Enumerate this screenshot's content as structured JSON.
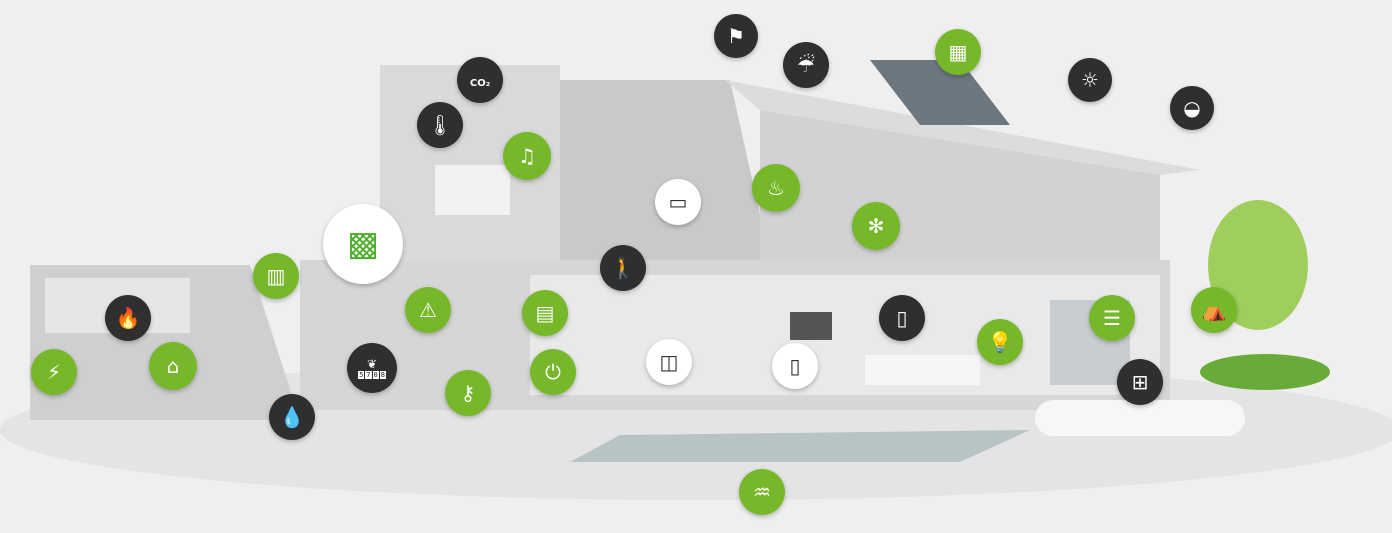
{
  "colors": {
    "background": "#efefef",
    "accent_green": "#76b82a",
    "icon_dark": "#2f2f2f",
    "house": "#d6d6d6"
  },
  "badges": [
    {
      "icon": "windsock-icon",
      "style": "dark",
      "glyph": "⚑"
    },
    {
      "icon": "co2-cloud-icon",
      "style": "dark",
      "text": "CO₂"
    },
    {
      "icon": "cloud-rain-icon",
      "style": "dark",
      "glyph": "☔"
    },
    {
      "icon": "sun-icon",
      "style": "dark",
      "glyph": "☼"
    },
    {
      "icon": "sunrise-icon",
      "style": "dark",
      "glyph": "◒"
    },
    {
      "icon": "thermometer-icon",
      "style": "dark",
      "glyph": "🌡"
    },
    {
      "icon": "remote-control-icon",
      "style": "white",
      "glyph": "▭"
    },
    {
      "icon": "motion-sensor-icon",
      "style": "dark",
      "glyph": "🚶"
    },
    {
      "icon": "fire-icon",
      "style": "dark",
      "glyph": "🔥"
    },
    {
      "icon": "water-drops-icon",
      "style": "dark",
      "glyph": "💧"
    },
    {
      "icon": "energy-meter-icon",
      "style": "dark",
      "glyph": "❦",
      "text": "5708"
    },
    {
      "icon": "door-icon",
      "style": "dark",
      "glyph": "▯"
    },
    {
      "icon": "window-icon",
      "style": "dark",
      "glyph": "⊞"
    },
    {
      "icon": "light-switch-icon",
      "style": "white",
      "glyph": "◫"
    },
    {
      "icon": "tablet-icon",
      "style": "white",
      "glyph": "▯"
    },
    {
      "icon": "solar-panel-icon",
      "style": "green",
      "glyph": "▦"
    },
    {
      "icon": "music-icon",
      "style": "green",
      "glyph": "♫"
    },
    {
      "icon": "heating-person-icon",
      "style": "green",
      "glyph": "♨"
    },
    {
      "icon": "fan-icon",
      "style": "green",
      "glyph": "✻"
    },
    {
      "icon": "radiator-icon",
      "style": "green",
      "glyph": "▥"
    },
    {
      "icon": "alarm-icon",
      "style": "green",
      "glyph": "⚠"
    },
    {
      "icon": "intercom-icon",
      "style": "green",
      "glyph": "▤"
    },
    {
      "icon": "power-socket-icon",
      "style": "green",
      "glyph": "⏻"
    },
    {
      "icon": "key-icon",
      "style": "green",
      "glyph": "⚷"
    },
    {
      "icon": "ev-charging-icon",
      "style": "green",
      "glyph": "⚡"
    },
    {
      "icon": "garage-door-icon",
      "style": "green",
      "glyph": "⌂"
    },
    {
      "icon": "light-bulb-icon",
      "style": "green",
      "glyph": "💡"
    },
    {
      "icon": "blinds-icon",
      "style": "green",
      "glyph": "☰"
    },
    {
      "icon": "awning-icon",
      "style": "green",
      "glyph": "⛺"
    },
    {
      "icon": "pool-icon",
      "style": "green",
      "glyph": "♒"
    },
    {
      "icon": "controller-module-icon",
      "style": "white",
      "glyph": "▩"
    }
  ]
}
